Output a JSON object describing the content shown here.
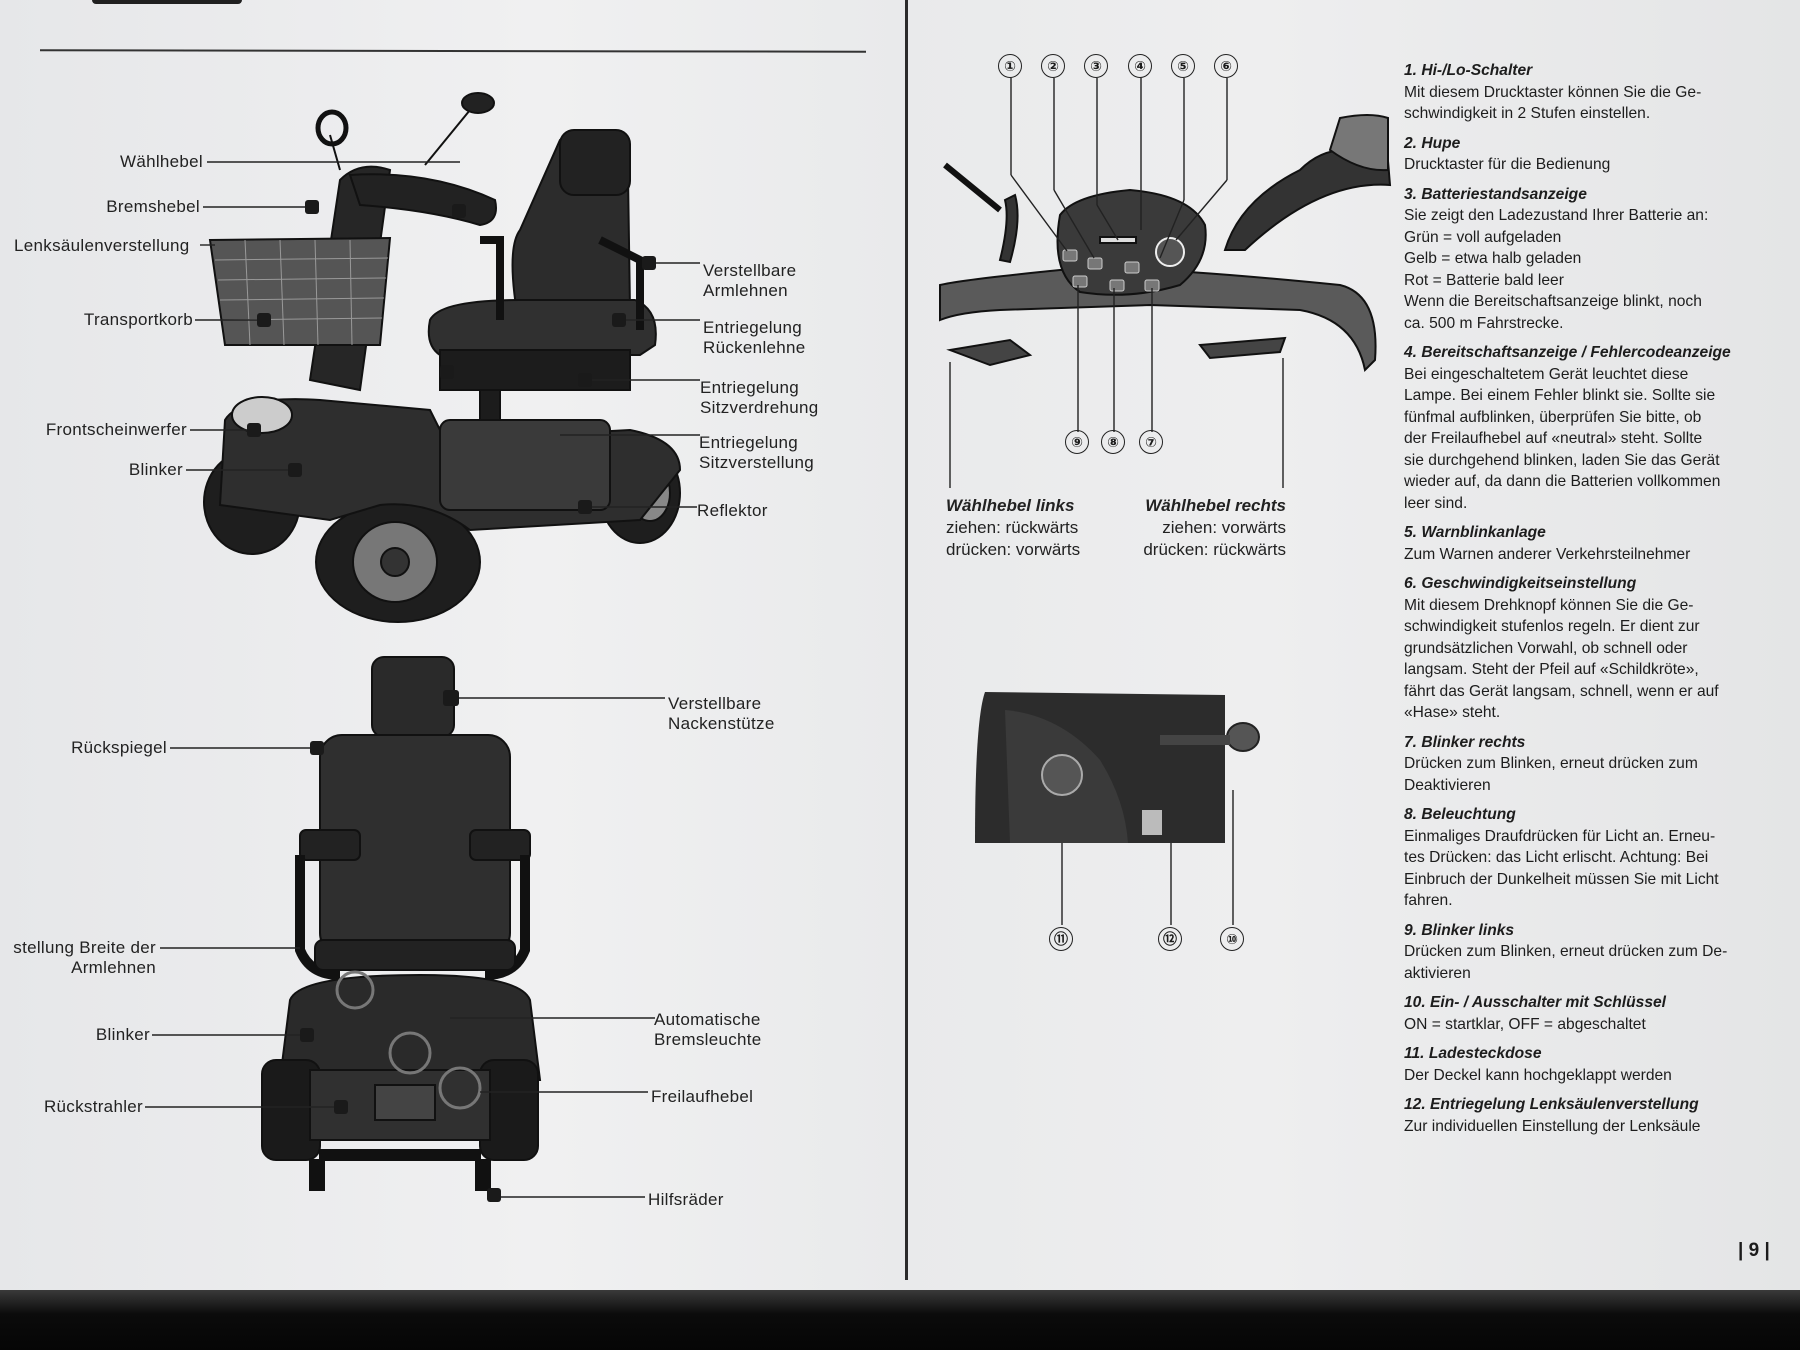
{
  "left_page": {
    "scooter_labels": {
      "waehlhebel": "Wählhebel",
      "bremshebel": "Bremshebel",
      "lenksaeule": "Lenksäulenverstellung",
      "transportkorb": "Transportkorb",
      "frontscheinwerfer": "Frontscheinwerfer",
      "blinker_front": "Blinker",
      "armlehnen": "Verstellbare\nArmlehnen",
      "rueckenlehne": "Entriegelung\nRückenlehne",
      "sitzverdrehung": "Entriegelung\nSitzverdrehung",
      "sitzverstellung": "Entriegelung\nSitzverstellung",
      "reflektor": "Reflektor"
    },
    "rear_labels": {
      "nackenstuetze": "Verstellbare\nNackenstütze",
      "rueckspiegel": "Rückspiegel",
      "armlehnen_breite": "stellung Breite der\nArmlehnen",
      "blinker_rear": "Blinker",
      "bremsleuchte": "Automatische\nBremsleuchte",
      "rueckstrahler": "Rückstrahler",
      "freilaufhebel": "Freilaufhebel",
      "hilfsraeder": "Hilfsräder"
    }
  },
  "right_page": {
    "top_numbers": [
      "①",
      "②",
      "③",
      "④",
      "⑤",
      "⑥"
    ],
    "bottom_numbers": [
      "⑨",
      "⑧",
      "⑦"
    ],
    "lower_numbers": [
      "⑪",
      "⑫",
      "⑩"
    ],
    "left_caption": {
      "title": "Wählhebel links",
      "line1": "ziehen: rückwärts",
      "line2": "drücken: vorwärts"
    },
    "right_caption": {
      "title": "Wählhebel rechts",
      "line1": "ziehen: vorwärts",
      "line2": "drücken: rückwärts"
    },
    "items": [
      {
        "title": "1. Hi-/Lo-Schalter",
        "lines": [
          "Mit diesem Drucktaster können Sie die Ge-",
          "schwindigkeit in 2 Stufen einstellen."
        ]
      },
      {
        "title": "2. Hupe",
        "lines": [
          "Drucktaster für die Bedienung"
        ]
      },
      {
        "title": "3. Batteriestandsanzeige",
        "lines": [
          "Sie zeigt den Ladezustand Ihrer Batterie an:",
          "Grün = voll aufgeladen",
          "Gelb = etwa halb geladen",
          "Rot = Batterie bald leer",
          "Wenn die Bereitschaftsanzeige blinkt, noch",
          "ca. 500 m Fahrstrecke."
        ]
      },
      {
        "title": "4. Bereitschaftsanzeige / Fehlercodeanzeige",
        "lines": [
          "Bei eingeschaltetem Gerät leuchtet diese",
          "Lampe. Bei einem Fehler blinkt sie. Sollte sie",
          "fünfmal aufblinken, überprüfen Sie bitte, ob",
          "der Freilaufhebel auf «neutral» steht. Sollte",
          "sie durchgehend blinken, laden Sie das Gerät",
          "wieder auf, da dann die Batterien vollkommen",
          "leer sind."
        ]
      },
      {
        "title": "5. Warnblinkanlage",
        "lines": [
          "Zum Warnen anderer Verkehrsteilnehmer"
        ]
      },
      {
        "title": "6. Geschwindigkeitseinstellung",
        "lines": [
          "Mit diesem Drehknopf können Sie die Ge-",
          "schwindigkeit stufenlos regeln. Er dient zur",
          "grundsätzlichen Vorwahl, ob schnell oder",
          "langsam. Steht der Pfeil auf «Schildkröte»,",
          "fährt das Gerät langsam, schnell, wenn er auf",
          "«Hase» steht."
        ]
      },
      {
        "title": "7. Blinker rechts",
        "lines": [
          "Drücken zum Blinken, erneut drücken zum",
          "Deaktivieren"
        ]
      },
      {
        "title": "8. Beleuchtung",
        "lines": [
          "Einmaliges Draufdrücken für Licht an. Erneu-",
          "tes Drücken: das Licht erlischt. Achtung: Bei",
          "Einbruch der Dunkelheit müssen Sie mit Licht",
          "fahren."
        ]
      },
      {
        "title": "9. Blinker links",
        "lines": [
          "Drücken zum Blinken, erneut drücken zum De-",
          "aktivieren"
        ]
      },
      {
        "title": "10. Ein- / Ausschalter mit Schlüssel",
        "lines": [
          "ON = startklar, OFF = abgeschaltet"
        ]
      },
      {
        "title": "11. Ladesteckdose",
        "lines": [
          "Der Deckel kann hochgeklappt werden"
        ]
      },
      {
        "title": "12. Entriegelung Lenksäulenverstellung",
        "lines": [
          "Zur individuellen Einstellung der Lenksäule"
        ]
      }
    ],
    "page_number": "| 9 |"
  }
}
